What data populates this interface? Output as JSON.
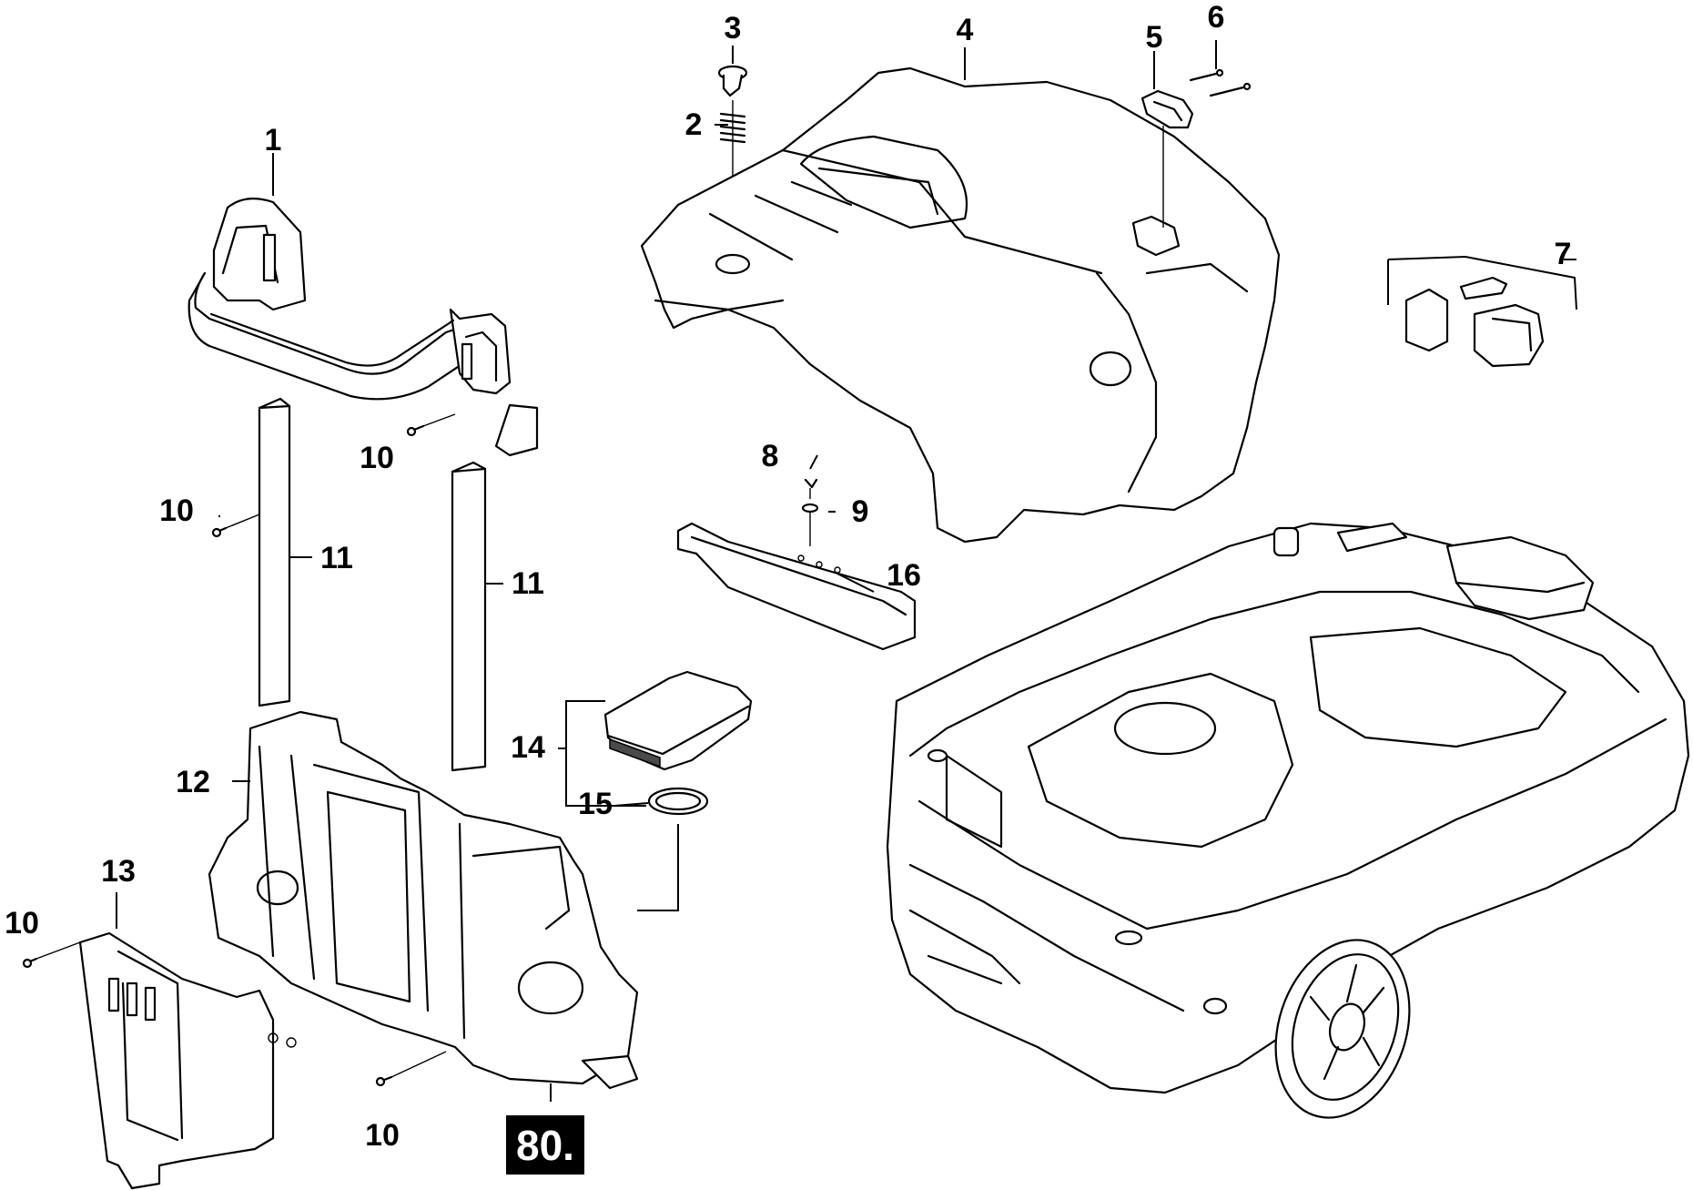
{
  "diagram": {
    "callouts": [
      {
        "id": "c1",
        "label": "1"
      },
      {
        "id": "c2",
        "label": "2"
      },
      {
        "id": "c3",
        "label": "3"
      },
      {
        "id": "c4",
        "label": "4"
      },
      {
        "id": "c5",
        "label": "5"
      },
      {
        "id": "c6",
        "label": "6"
      },
      {
        "id": "c7",
        "label": "7"
      },
      {
        "id": "c8",
        "label": "8"
      },
      {
        "id": "c9",
        "label": "9"
      },
      {
        "id": "c10a",
        "label": "10"
      },
      {
        "id": "c10b",
        "label": "10"
      },
      {
        "id": "c10c",
        "label": "10"
      },
      {
        "id": "c10d",
        "label": "10"
      },
      {
        "id": "c11a",
        "label": "11"
      },
      {
        "id": "c11b",
        "label": "11"
      },
      {
        "id": "c12",
        "label": "12"
      },
      {
        "id": "c13",
        "label": "13"
      },
      {
        "id": "c14",
        "label": "14"
      },
      {
        "id": "c15",
        "label": "15"
      },
      {
        "id": "c16",
        "label": "16"
      }
    ],
    "page_badge": "80."
  }
}
